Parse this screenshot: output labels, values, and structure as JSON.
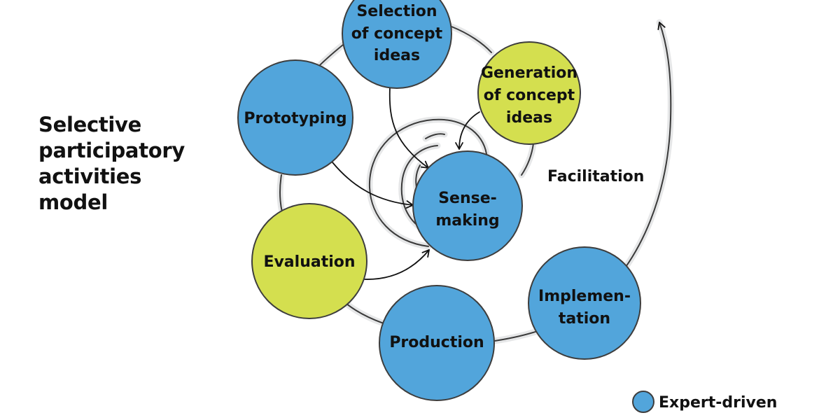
{
  "title_lines": [
    "Selective",
    "participatory",
    "activities",
    "model"
  ],
  "facilitation_label": "Facilitation",
  "colors": {
    "expert_driven": "#52a5db",
    "participatory": "#d4df4f",
    "node_stroke": "#3d3d3d",
    "spiral_halo": "#e6e7e8",
    "spiral_line": "#3a3a3a"
  },
  "nodes": [
    {
      "id": "selection",
      "lines": [
        "Selection",
        "of concept",
        "ideas"
      ],
      "type": "expert_driven"
    },
    {
      "id": "generation",
      "lines": [
        "Generation",
        "of concept",
        "ideas"
      ],
      "type": "participatory"
    },
    {
      "id": "prototyping",
      "lines": [
        "Prototyping"
      ],
      "type": "expert_driven"
    },
    {
      "id": "sensemaking",
      "lines": [
        "Sense-",
        "making"
      ],
      "type": "expert_driven"
    },
    {
      "id": "evaluation",
      "lines": [
        "Evaluation"
      ],
      "type": "participatory"
    },
    {
      "id": "production",
      "lines": [
        "Production"
      ],
      "type": "expert_driven"
    },
    {
      "id": "implementation",
      "lines": [
        "Implemen-",
        "tation"
      ],
      "type": "expert_driven"
    }
  ],
  "edges_to_sensemaking": [
    "selection",
    "generation",
    "prototyping",
    "evaluation"
  ],
  "legend": [
    {
      "label": "Expert-driven",
      "type": "expert_driven"
    }
  ]
}
